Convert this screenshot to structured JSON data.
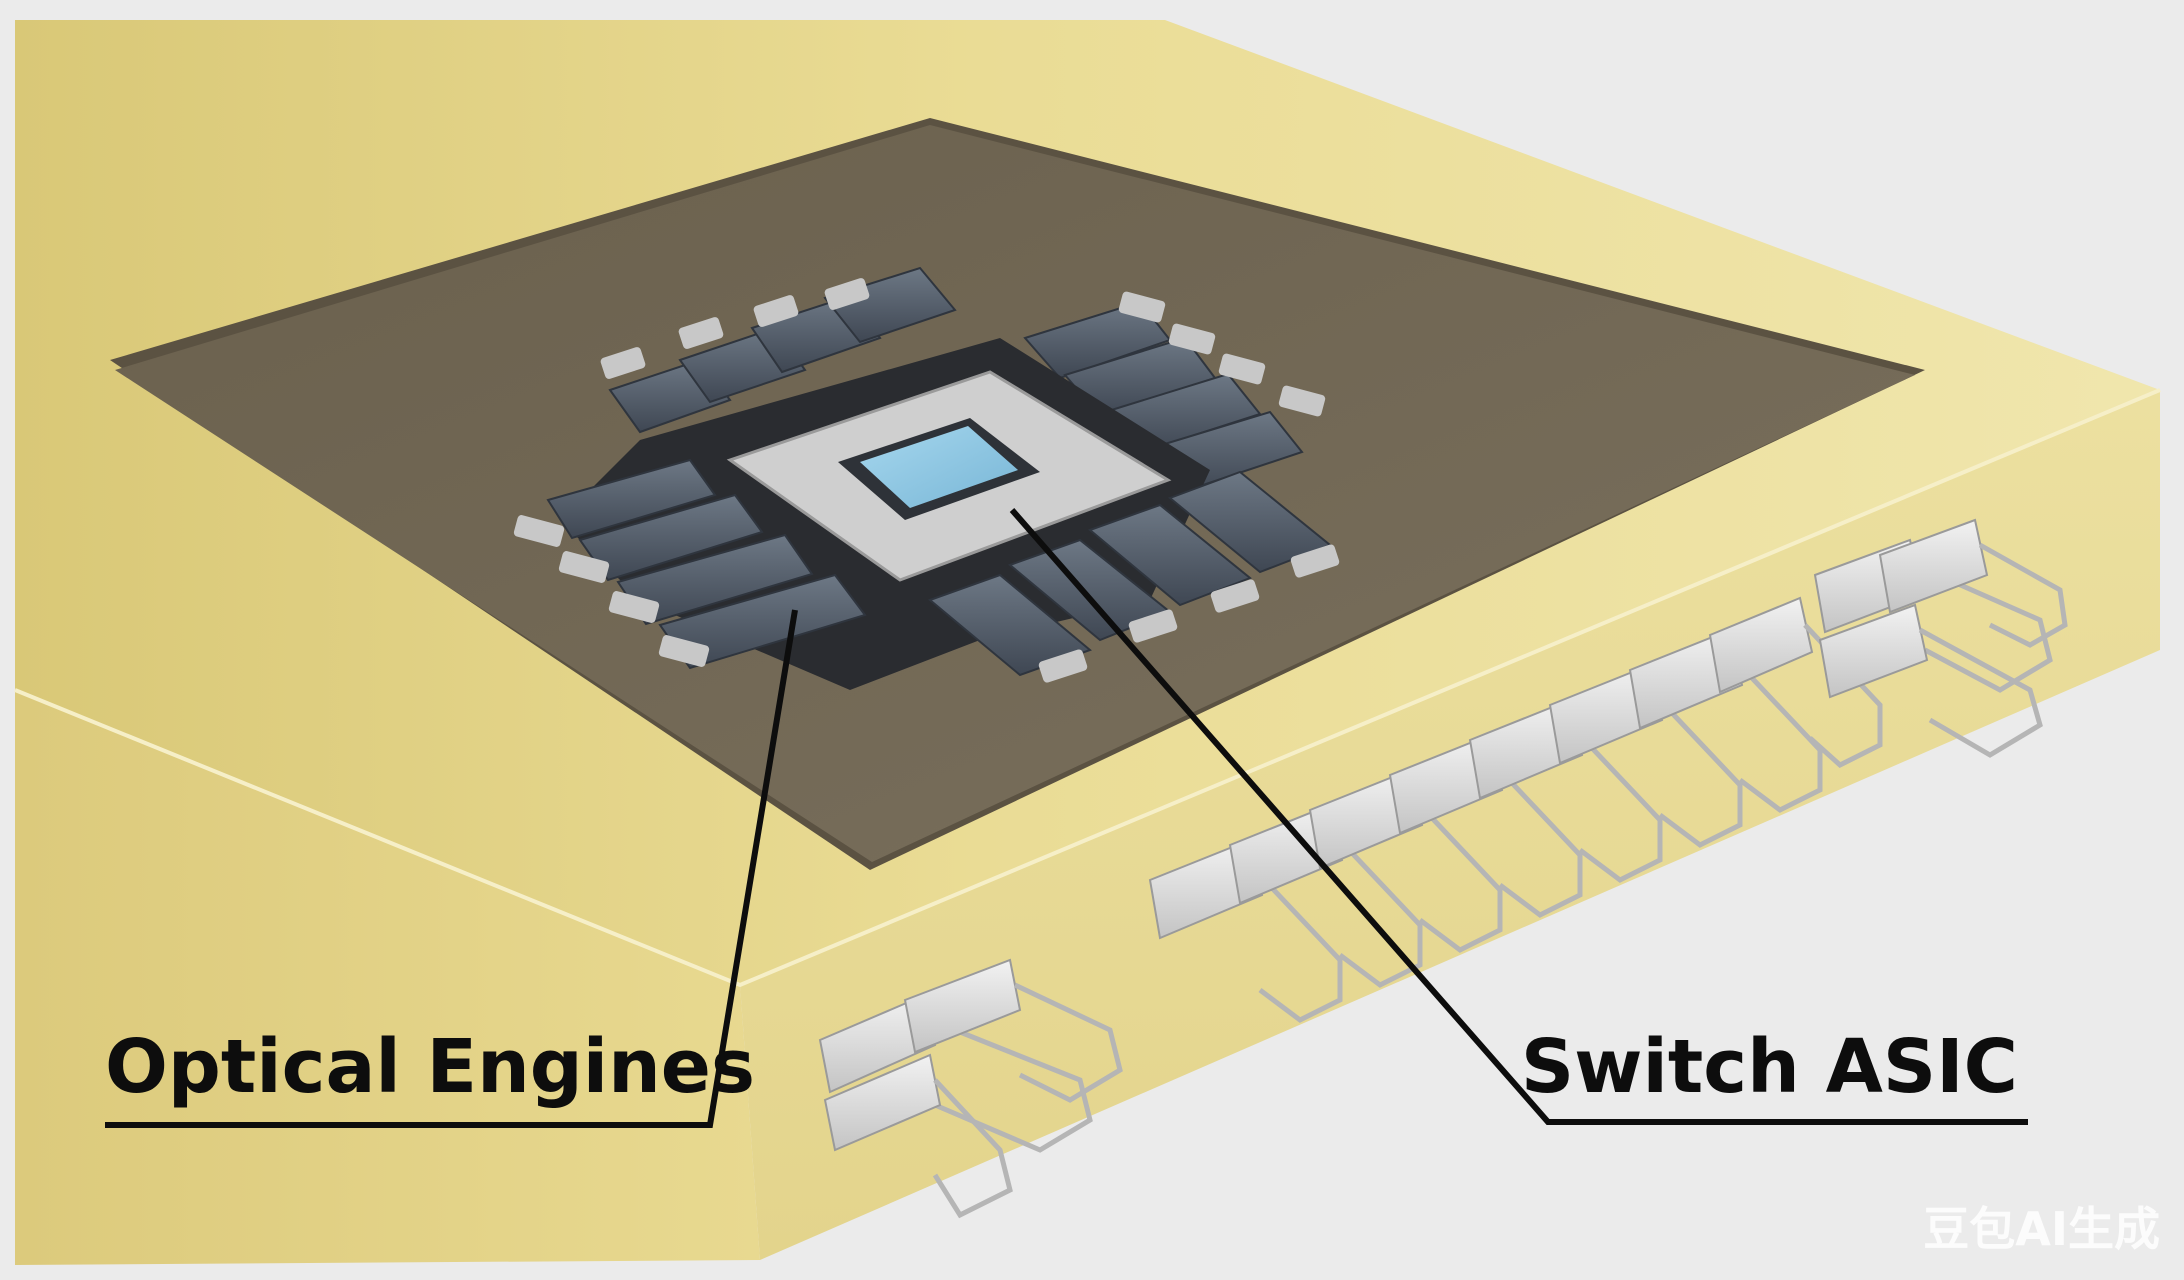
{
  "labels": {
    "optical_engines": "Optical Engines",
    "switch_asic": "Switch ASIC"
  },
  "watermark": "豆包AI生成",
  "colors": {
    "background": "#ebebeb",
    "package_frame": "#e6d792",
    "substrate": "#6e6554",
    "engine_module": "#4e5866",
    "asic_die": "#8fc9e6",
    "asic_frame": "#c9c9c9",
    "callout_line": "#0d0d0d",
    "connector": "#e2e2e2"
  },
  "icons": {
    "optical_engine_module": "optical-engine-icon",
    "fiber_connector": "fiber-connector-icon"
  }
}
